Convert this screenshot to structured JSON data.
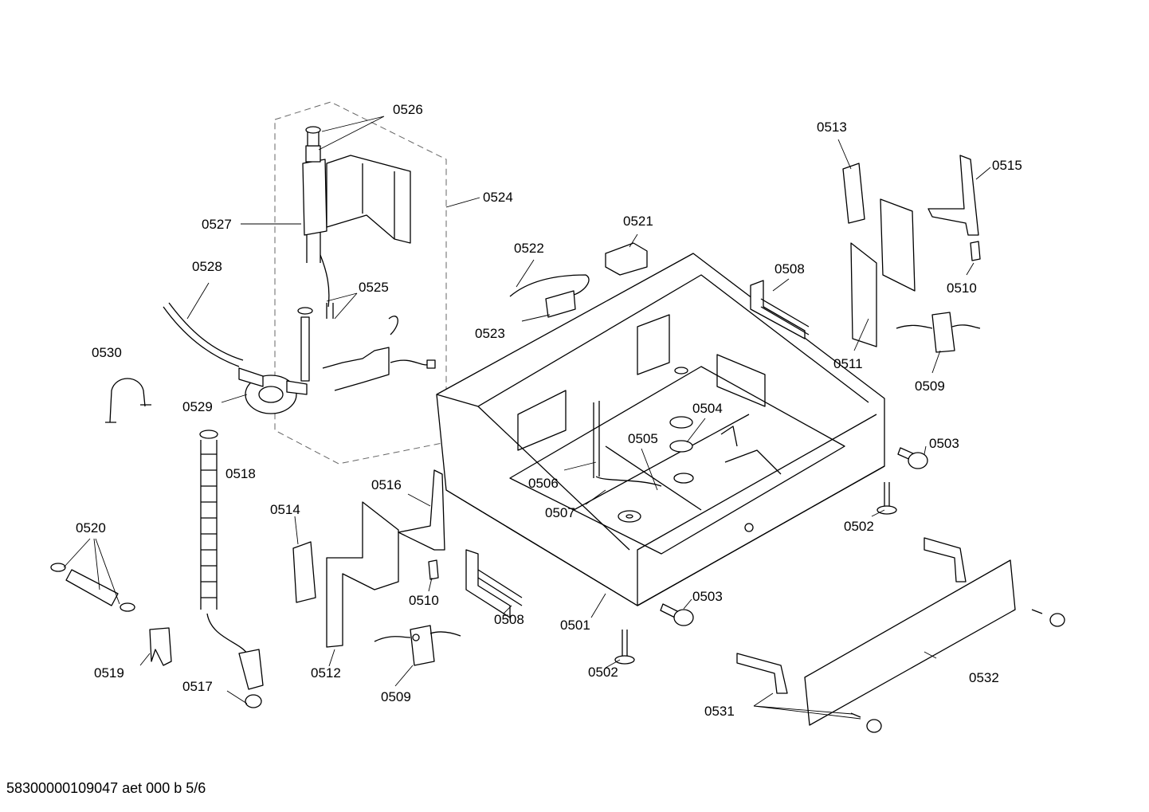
{
  "labels": {
    "l0501": "0501",
    "l0502a": "0502",
    "l0502b": "0502",
    "l0503a": "0503",
    "l0503b": "0503",
    "l0504": "0504",
    "l0505": "0505",
    "l0506": "0506",
    "l0507": "0507",
    "l0508a": "0508",
    "l0508b": "0508",
    "l0509a": "0509",
    "l0509b": "0509",
    "l0510a": "0510",
    "l0510b": "0510",
    "l0511": "0511",
    "l0512": "0512",
    "l0513": "0513",
    "l0514": "0514",
    "l0515": "0515",
    "l0516": "0516",
    "l0517": "0517",
    "l0518": "0518",
    "l0519": "0519",
    "l0520": "0520",
    "l0521": "0521",
    "l0522": "0522",
    "l0523": "0523",
    "l0524": "0524",
    "l0525": "0525",
    "l0526": "0526",
    "l0527": "0527",
    "l0528": "0528",
    "l0529": "0529",
    "l0530": "0530",
    "l0531": "0531",
    "l0532": "0532"
  },
  "footer": "58300000109047 aet 000 b 5/6"
}
